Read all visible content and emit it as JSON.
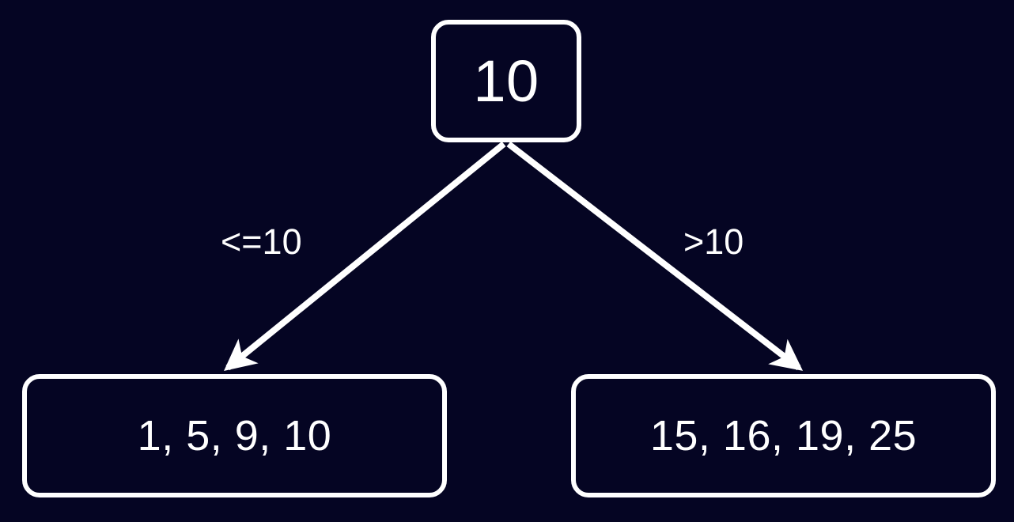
{
  "diagram": {
    "type": "binary-search-tree-split",
    "background_color": "#050523",
    "stroke_color": "#ffffff",
    "text_color": "#ffffff",
    "nodes": [
      {
        "id": "root",
        "label": "10",
        "role": "pivot-node"
      },
      {
        "id": "left",
        "label": "1, 5, 9, 10",
        "role": "leaf-node"
      },
      {
        "id": "right",
        "label": "15, 16, 19, 25",
        "role": "leaf-node"
      }
    ],
    "edges": [
      {
        "id": "edge-left",
        "from": "root",
        "to": "left",
        "label": "<=10"
      },
      {
        "id": "edge-right",
        "from": "root",
        "to": "right",
        "label": ">10"
      }
    ]
  }
}
